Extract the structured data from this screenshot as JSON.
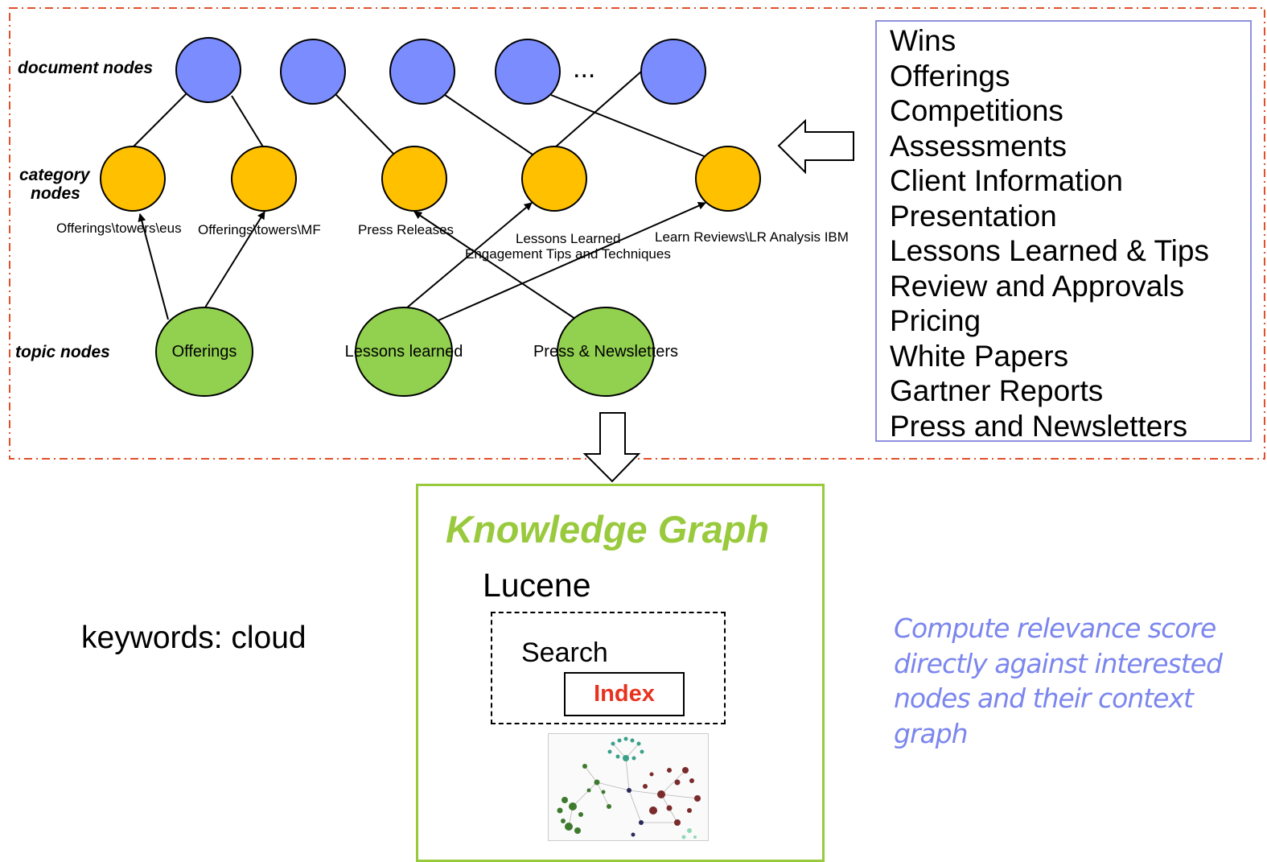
{
  "row_labels": {
    "document": "document nodes",
    "category_line1": "category",
    "category_line2": "nodes",
    "topic": "topic nodes"
  },
  "ellipsis": "...",
  "category_labels": {
    "eus": "Offerings\\towers\\eus",
    "mf": "Offerings\\towers\\MF",
    "press": "Press Releases",
    "lessons_line1": "Lessons  Learned",
    "lessons_line2": "Engagement  Tips and Techniques",
    "learn": "Learn Reviews\\LR  Analysis IBM"
  },
  "topic_labels": {
    "offerings": "Offerings",
    "lessons": "Lessons learned",
    "press": "Press & Newsletters"
  },
  "category_list": [
    "Wins",
    "Offerings",
    "Competitions",
    "Assessments",
    "Client Information",
    "Presentation",
    "Lessons Learned & Tips",
    "Review and Approvals",
    "Pricing",
    "White Papers",
    "Gartner Reports",
    "Press and Newsletters"
  ],
  "knowledge_graph": {
    "title": "Knowledge Graph",
    "lucene": "Lucene",
    "search": "Search",
    "index": "Index"
  },
  "keywords": "keywords: cloud",
  "relevance_note": "Compute relevance score directly against interested nodes and their context graph",
  "colors": {
    "document_node": "#7b8cff",
    "category_node": "#ffc000",
    "topic_node": "#92d050",
    "frame_dash": "#e0502a",
    "kg_border": "#99c93c",
    "index_text": "#e8321e",
    "note_text": "#7b86ee"
  }
}
